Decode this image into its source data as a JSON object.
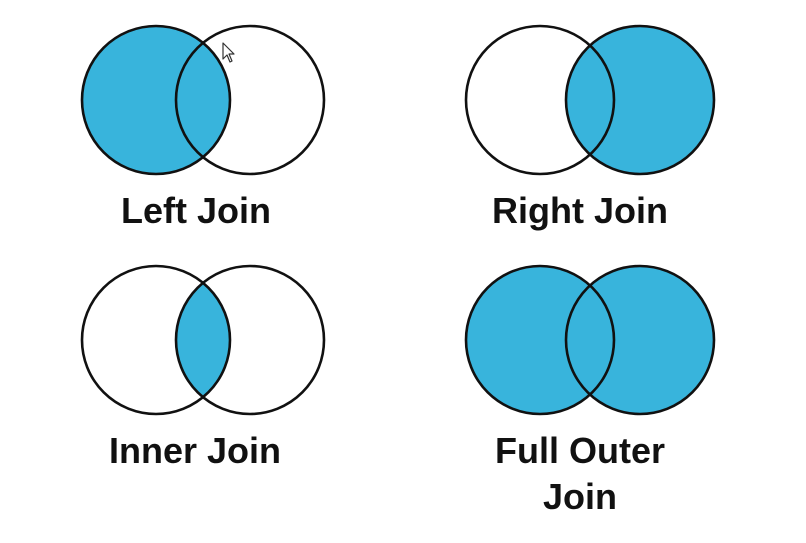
{
  "colors": {
    "fill": "#38b4dc",
    "stroke": "#111111",
    "background": "#ffffff"
  },
  "diagrams": [
    {
      "id": "left-join",
      "label": "Left Join",
      "highlight": "left-set"
    },
    {
      "id": "right-join",
      "label": "Right Join",
      "highlight": "right-set"
    },
    {
      "id": "inner-join",
      "label": "Inner Join",
      "highlight": "intersection"
    },
    {
      "id": "full-outer-join",
      "label_line1": "Full Outer",
      "label_line2": "Join",
      "highlight": "union"
    }
  ],
  "icons": {
    "cursor": "mouse-pointer-icon"
  }
}
